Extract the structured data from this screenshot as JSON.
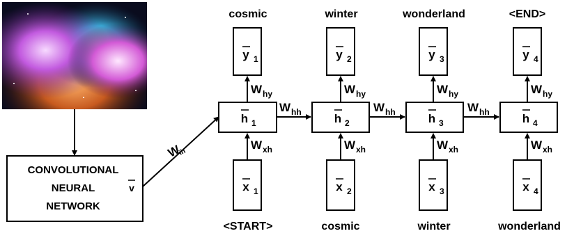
{
  "cnn": {
    "lines": [
      "CONVOLUTIONAL",
      "NEURAL",
      "NETWORK"
    ],
    "output_var": "v"
  },
  "projection": {
    "weight": "W",
    "subscript": "ih"
  },
  "steps": [
    {
      "input_word": "<START>",
      "output_word": "cosmic",
      "hidden": "h",
      "input": "x",
      "output": "y",
      "index": "1"
    },
    {
      "input_word": "cosmic",
      "output_word": "winter",
      "hidden": "h",
      "input": "x",
      "output": "y",
      "index": "2"
    },
    {
      "input_word": "winter",
      "output_word": "wonderland",
      "hidden": "h",
      "input": "x",
      "output": "y",
      "index": "3"
    },
    {
      "input_word": "wonderland",
      "output_word": "<END>",
      "hidden": "h",
      "input": "x",
      "output": "y",
      "index": "4"
    }
  ],
  "weights": {
    "W": "W",
    "xh": "xh",
    "hy": "hy",
    "hh": "hh"
  },
  "colors": {
    "stroke": "#000000",
    "background": "#ffffff"
  }
}
